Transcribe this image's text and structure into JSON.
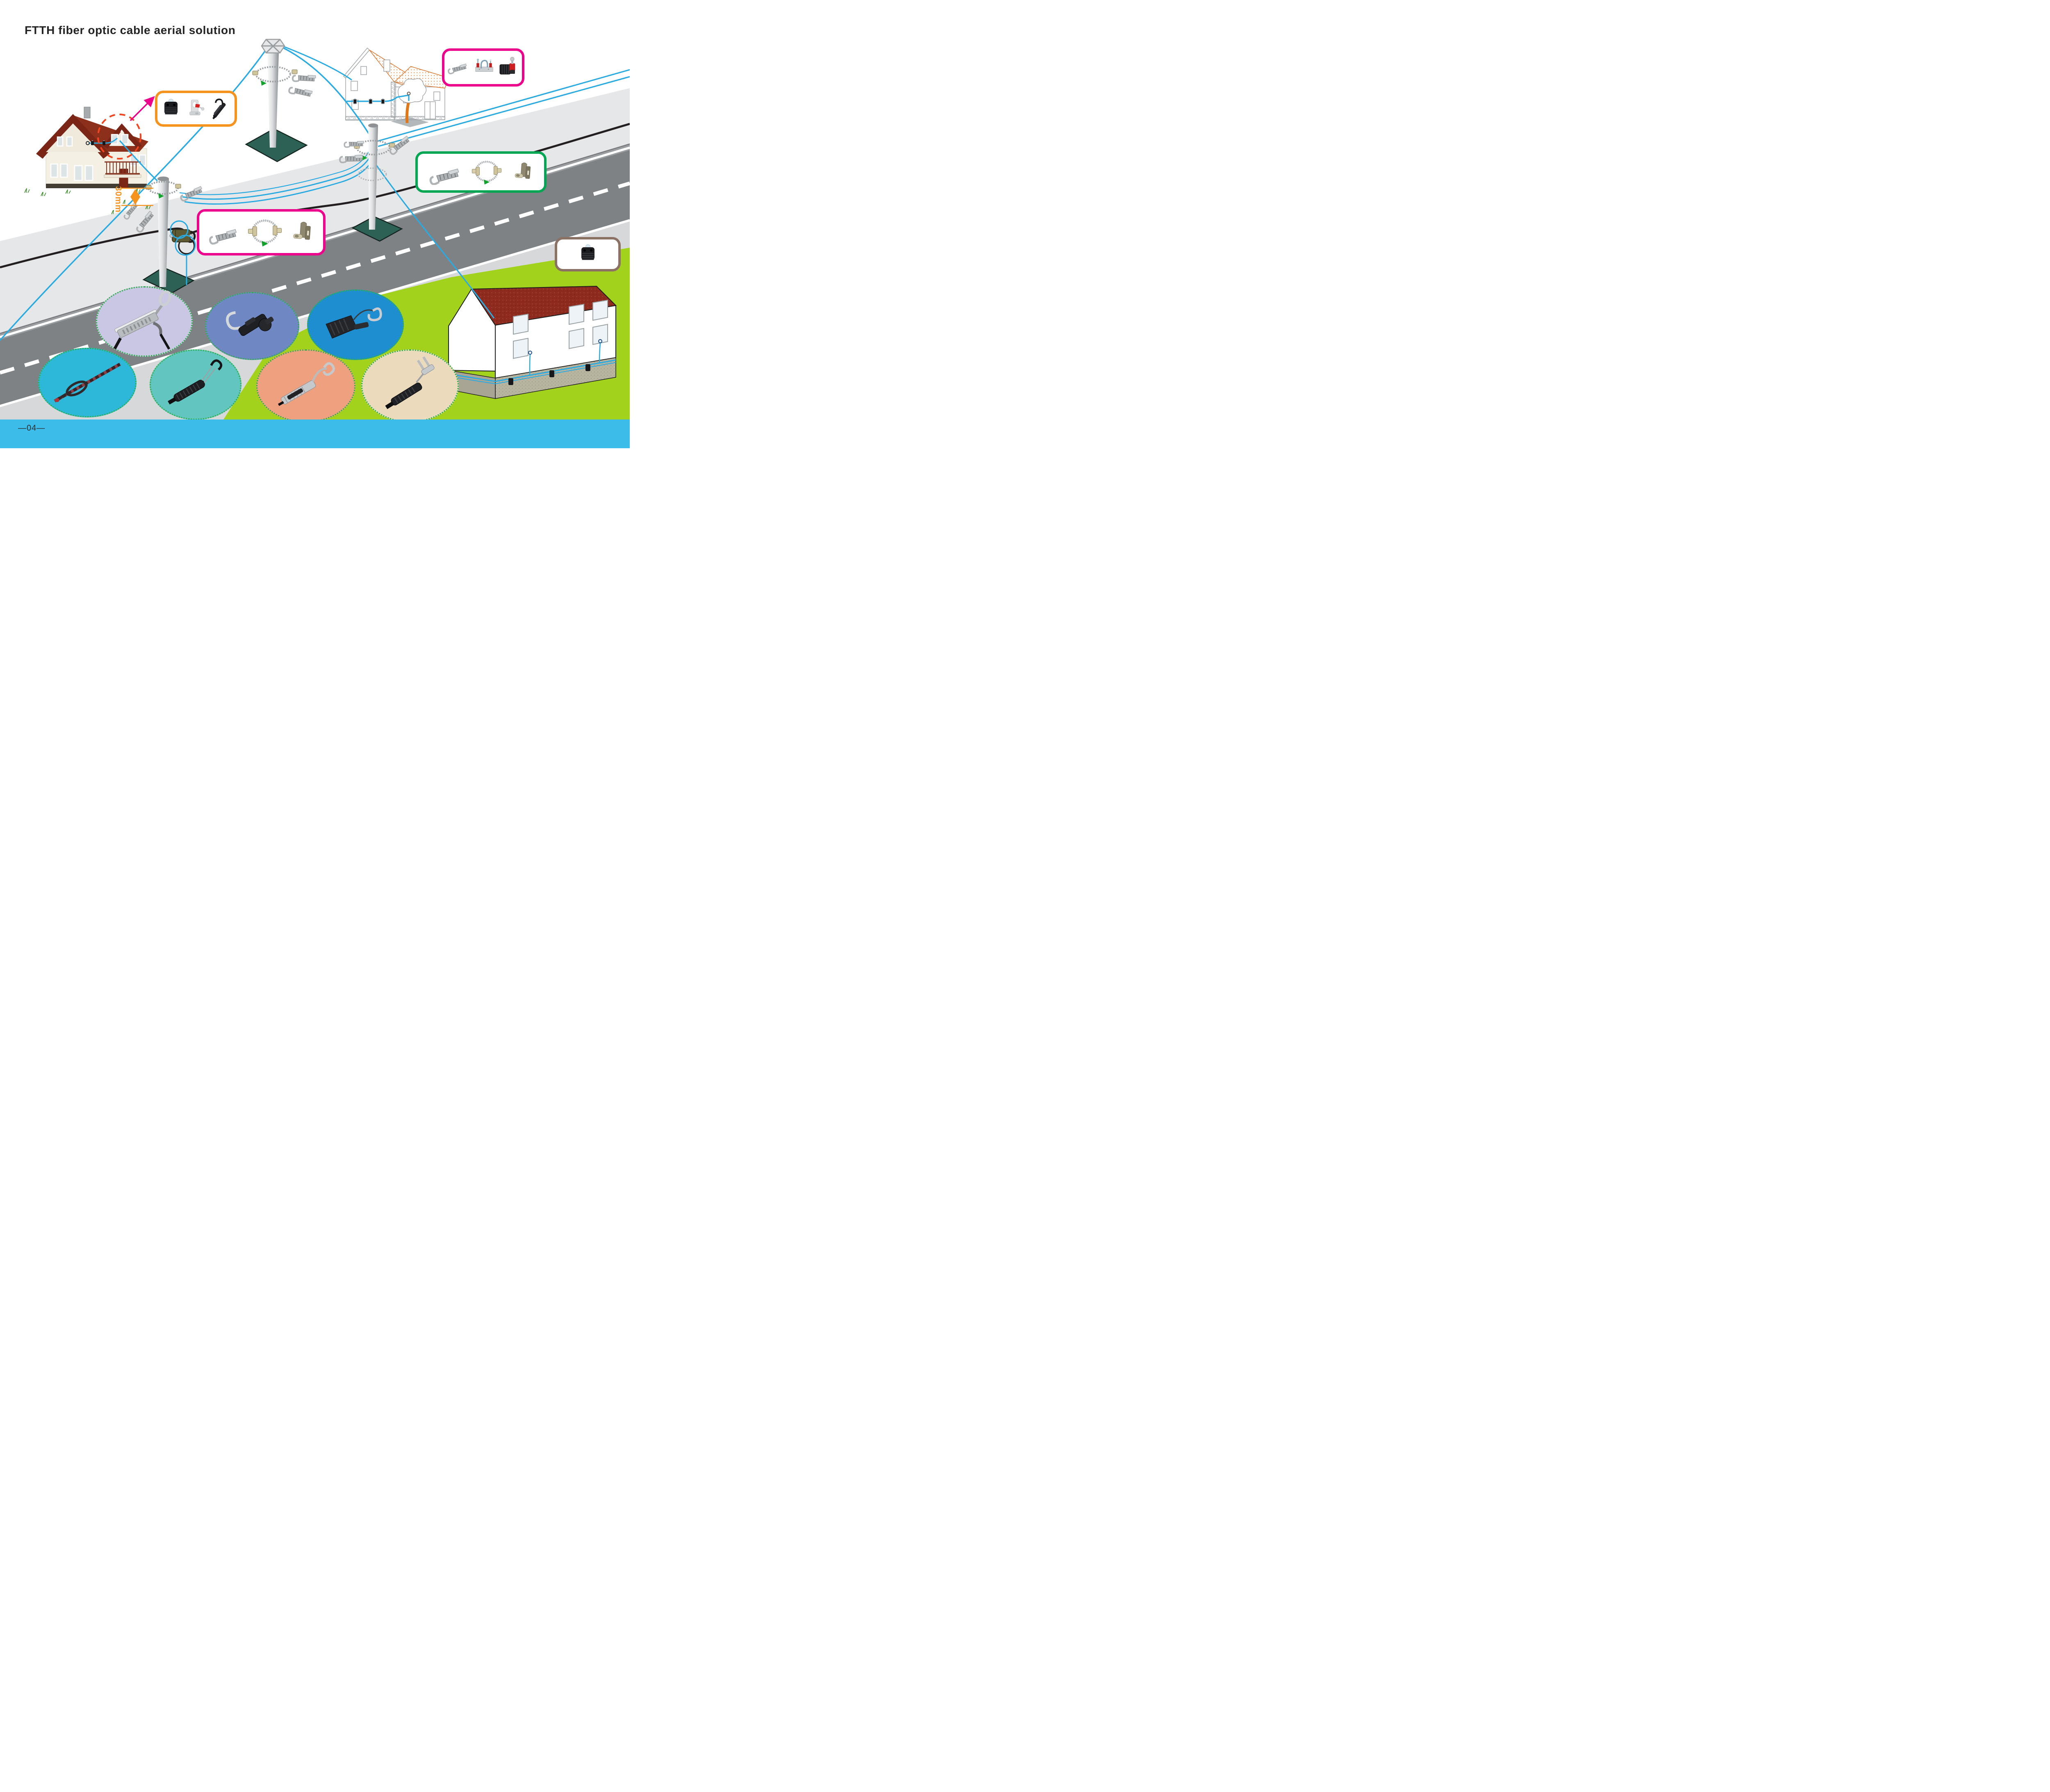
{
  "header": {
    "title": "FTTH fiber optic cable aerial solution"
  },
  "footer": {
    "page_number": "—04—"
  },
  "measurement": {
    "label": "30mm"
  },
  "colors": {
    "fiber_cable": "#29abe2",
    "messenger_cable": "#231f20",
    "road_asphalt": "#7f8285",
    "sidewalk": "#e6e7e8",
    "lawn": "#a3d21d",
    "footer_bar": "#3cbde9",
    "pole_base": "#2e6156",
    "accent_orange": "#f6921e",
    "accent_magenta": "#ec008c",
    "accent_green": "#00a651",
    "accent_brown": "#8b7265",
    "dashed_highlight": "#f2441f"
  },
  "callout_kits": [
    {
      "id": "wall-mount-kit",
      "border_color": "#f6921e",
      "items": [
        "fiber-wall-clamp-block",
        "l-bracket-expansion-plug",
        "drop-cable-tension-clamp"
      ]
    },
    {
      "id": "building-attachment-kit",
      "border_color": "#ec008c",
      "items": [
        "span-tension-clamp",
        "wall-plate-u-hook",
        "expansion-anchor-clamp"
      ]
    },
    {
      "id": "pole-suspension-kit-green",
      "border_color": "#00a651",
      "items": [
        "span-tension-clamp",
        "pole-strap-ring",
        "pole-bracket"
      ]
    },
    {
      "id": "pole-suspension-kit-pink",
      "border_color": "#ec008c",
      "items": [
        "span-tension-clamp",
        "pole-strap-ring",
        "pole-bracket"
      ]
    },
    {
      "id": "wall-clamp-detail",
      "border_color": "#8b7265",
      "items": [
        "fiber-wall-clamp-block"
      ]
    }
  ],
  "inset_circles": [
    {
      "name": "anchoring-clamp-with-carabiner",
      "bg": "#c9c7e4"
    },
    {
      "name": "drop-wire-clamp-s-hook",
      "bg": "#6f87c3"
    },
    {
      "name": "wedge-clamp-with-hook",
      "bg": "#1e8ed1"
    },
    {
      "name": "preformed-dead-end-grip",
      "bg": "#2db7d9"
    },
    {
      "name": "wedge-tension-clamp",
      "bg": "#62c5c0"
    },
    {
      "name": "metal-wedge-clamp-hook",
      "bg": "#efa07e"
    },
    {
      "name": "anchor-bracket-clamp",
      "bg": "#ecdabd"
    }
  ]
}
